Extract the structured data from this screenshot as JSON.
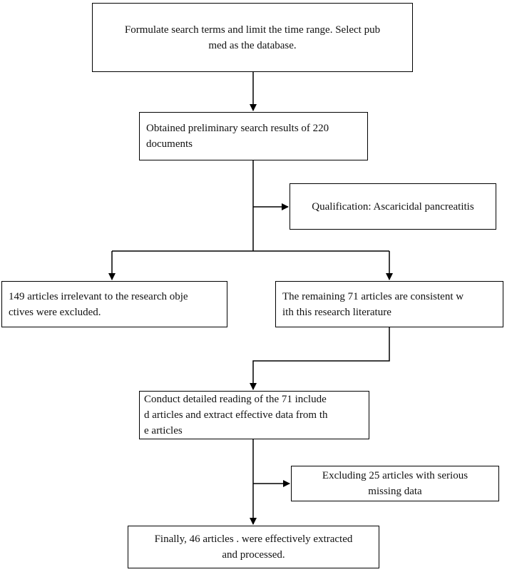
{
  "flowchart": {
    "nodes": {
      "search_terms": "Formulate search terms and limit the time range. Select pub\nmed as the database.",
      "preliminary_results": "Obtained preliminary search results of 220\ndocuments",
      "qualification": "Qualification: Ascaricidal pancreatitis",
      "excluded_irrelevant": "149 articles irrelevant to the research obje\nctives were excluded.",
      "remaining_consistent": "The remaining 71 articles are consistent w\nith this research literature",
      "detailed_reading": "Conduct detailed reading of the 71 include\nd articles and extract effective data from th\ne articles",
      "excluding_missing": "Excluding 25 articles with serious\nmissing data",
      "final_extracted": "Finally, 46 articles . were effectively extracted\nand processed."
    },
    "edges": [
      {
        "from": "search_terms",
        "to": "preliminary_results"
      },
      {
        "from": "preliminary_results",
        "to": "qualification"
      },
      {
        "from": "preliminary_results",
        "to": "excluded_irrelevant"
      },
      {
        "from": "preliminary_results",
        "to": "remaining_consistent"
      },
      {
        "from": "remaining_consistent",
        "to": "detailed_reading"
      },
      {
        "from": "detailed_reading",
        "to": "excluding_missing"
      },
      {
        "from": "detailed_reading",
        "to": "final_extracted"
      }
    ],
    "colors": {
      "stroke": "#000000",
      "background": "#ffffff",
      "text": "#111111"
    }
  }
}
